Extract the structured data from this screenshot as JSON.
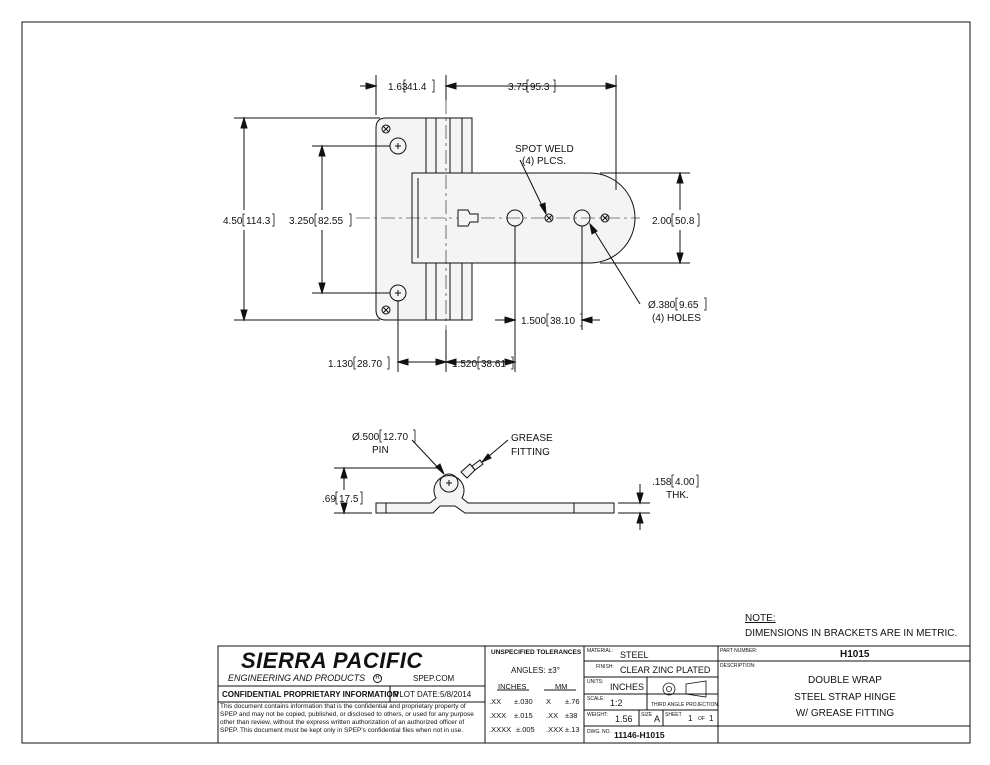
{
  "dimensions": {
    "top_width_left": "1.63",
    "top_width_left_mm": "41.4",
    "top_width_right": "3.75",
    "top_width_right_mm": "95.3",
    "overall_height": "4.50",
    "overall_height_mm": "114.3",
    "hole_spacing": "3.250",
    "hole_spacing_mm": "82.55",
    "strap_width": "2.00",
    "strap_width_mm": "50.8",
    "hole_offset_left": "1.130",
    "hole_offset_left_mm": "28.70",
    "hole_offset_right": "1.520",
    "hole_offset_right_mm": "38.61",
    "strap_hole_spacing": "1.500",
    "strap_hole_spacing_mm": "38.10",
    "hole_dia": "Ø.380",
    "hole_dia_mm": "9.65",
    "hole_count": "(4) HOLES",
    "spot_weld": "SPOT WELD",
    "spot_weld_count": "(4) PLCS.",
    "pin_dia": "Ø.500",
    "pin_dia_mm": "12.70",
    "pin_label": "PIN",
    "grease_1": "GREASE",
    "grease_2": "FITTING",
    "side_height": ".69",
    "side_height_mm": "17.5",
    "thickness": ".158",
    "thickness_mm": "4.00",
    "thk_label": "THK."
  },
  "note": {
    "title": "NOTE:",
    "text": "DIMENSIONS IN BRACKETS ARE IN METRIC."
  },
  "title_block": {
    "company": "SIERRA PACIFIC",
    "company_sub": "ENGINEERING AND PRODUCTS",
    "registered": "R",
    "website": "SPEP.COM",
    "confidential": "CONFIDENTIAL PROPRIETARY INFORMATION",
    "plot_date_label": "PLOT DATE:",
    "plot_date": "5/8/2014",
    "disclaimer": "This document contains information that is the confidential and proprietary property of SPEP and may not be copied, published, or disclosed to others, or used for any purpose other than review, without the express written authorization of an authorized officer of SPEP. This document must be kept only in SPEP's confidential files when not in use.",
    "tolerances_title": "UNSPECIFIED TOLERANCES",
    "angles": "ANGLES: ±3°",
    "inches_header": "INCHES",
    "mm_header": "MM",
    "tol_rows": [
      {
        "a": ".XX",
        "b": "±.030",
        "c": "X",
        "d": "±.76"
      },
      {
        "a": ".XXX",
        "b": "±.015",
        "c": ".XX",
        "d": "±38"
      },
      {
        "a": ".XXXX",
        "b": "±.005",
        "c": ".XXX",
        "d": "±.13"
      }
    ],
    "material_label": "MATERIAL:",
    "material": "STEEL",
    "finish_label": "FINISH:",
    "finish": "CLEAR ZINC PLATED",
    "units_label": "UNITS:",
    "units": "INCHES",
    "scale_label": "SCALE:",
    "scale": "1:2",
    "projection": "THIRD ANGLE PROJECTION",
    "weight_label": "WEIGHT:",
    "weight": "1.56",
    "size_label": "SIZE",
    "size": "A",
    "sheet_label": "SHEET",
    "sheet": "1",
    "of_label": "OF",
    "of": "1",
    "dwg_label": "DWG. NO.",
    "dwg": "11146-H1015",
    "part_label": "PART NUMBER:",
    "part": "H1015",
    "desc_label": "DESCRIPTION:",
    "desc_1": "DOUBLE WRAP",
    "desc_2": "STEEL STRAP HINGE",
    "desc_3": "W/ GREASE FITTING"
  },
  "colors": {
    "ink": "#111111",
    "part_fill": "#f4f4f4"
  }
}
